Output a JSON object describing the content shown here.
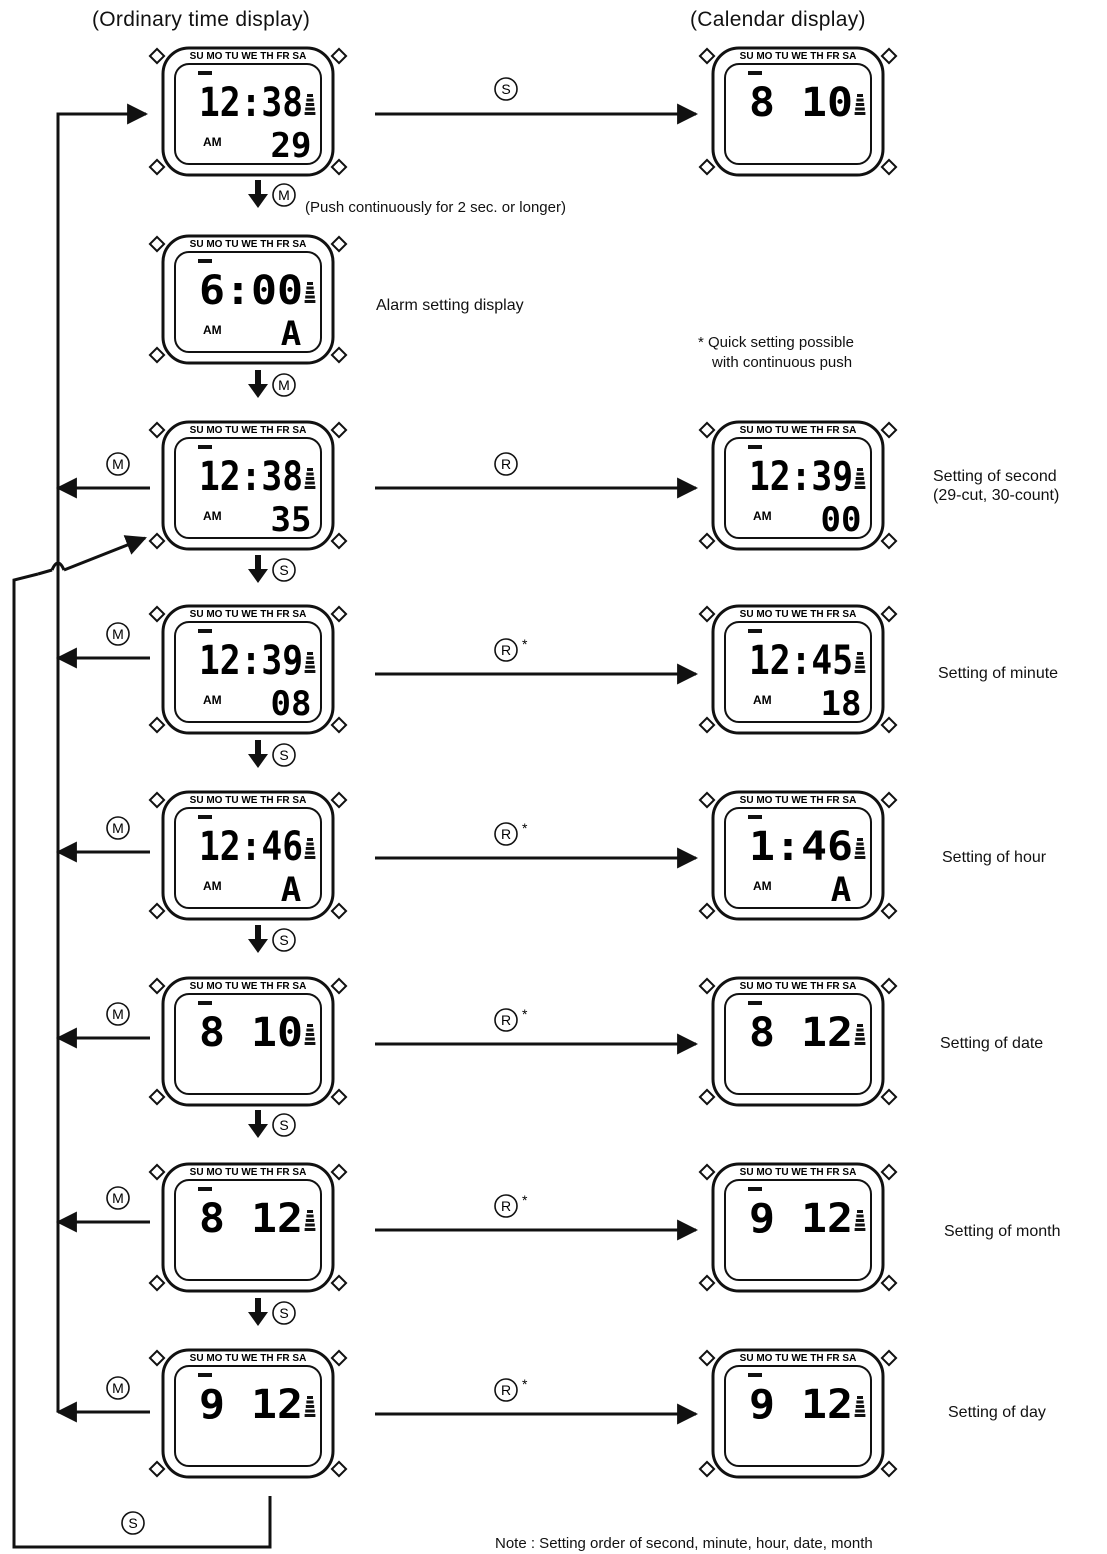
{
  "headers": {
    "ordinary": "(Ordinary time display)",
    "calendar": "(Calendar display)"
  },
  "days_row": "SU MO TU WE TH FR SA",
  "buttons": {
    "s": "S",
    "m": "M",
    "r": "R"
  },
  "push_note": "(Push continuously for 2 sec. or longer)",
  "alarm_label": "Alarm setting display",
  "quick_note": [
    "* Quick setting possible",
    "with continuous push"
  ],
  "asterisk": "*",
  "steps": [
    {
      "left": {
        "main": "12:38",
        "sub": "29",
        "am": "AM"
      },
      "right": {
        "main": "8 10"
      },
      "label": []
    },
    {
      "left": {
        "main": "6:00",
        "sub": "A",
        "am": "AM"
      }
    },
    {
      "left": {
        "main": "12:38",
        "sub": "35",
        "am": "AM"
      },
      "right": {
        "main": "12:39",
        "sub": "00",
        "am": "AM"
      },
      "label": [
        "Setting of second",
        "(29-cut, 30-count)"
      ]
    },
    {
      "left": {
        "main": "12:39",
        "sub": "08",
        "am": "AM"
      },
      "right": {
        "main": "12:45",
        "sub": "18",
        "am": "AM"
      },
      "label": [
        "Setting of minute"
      ]
    },
    {
      "left": {
        "main": "12:46",
        "sub": "A",
        "am": "AM"
      },
      "right": {
        "main": "1:46",
        "sub": "A",
        "am": "AM"
      },
      "label": [
        "Setting of hour"
      ]
    },
    {
      "left": {
        "main": "8 10"
      },
      "right": {
        "main": "8 12"
      },
      "label": [
        "Setting of date"
      ]
    },
    {
      "left": {
        "main": "8 12"
      },
      "right": {
        "main": "9 12"
      },
      "label": [
        "Setting of month"
      ]
    },
    {
      "left": {
        "main": "9 12"
      },
      "right": {
        "main": "9 12"
      },
      "label": [
        "Setting of day"
      ]
    }
  ],
  "bottom_note": "Note : Setting order of second, minute, hour, date, month"
}
